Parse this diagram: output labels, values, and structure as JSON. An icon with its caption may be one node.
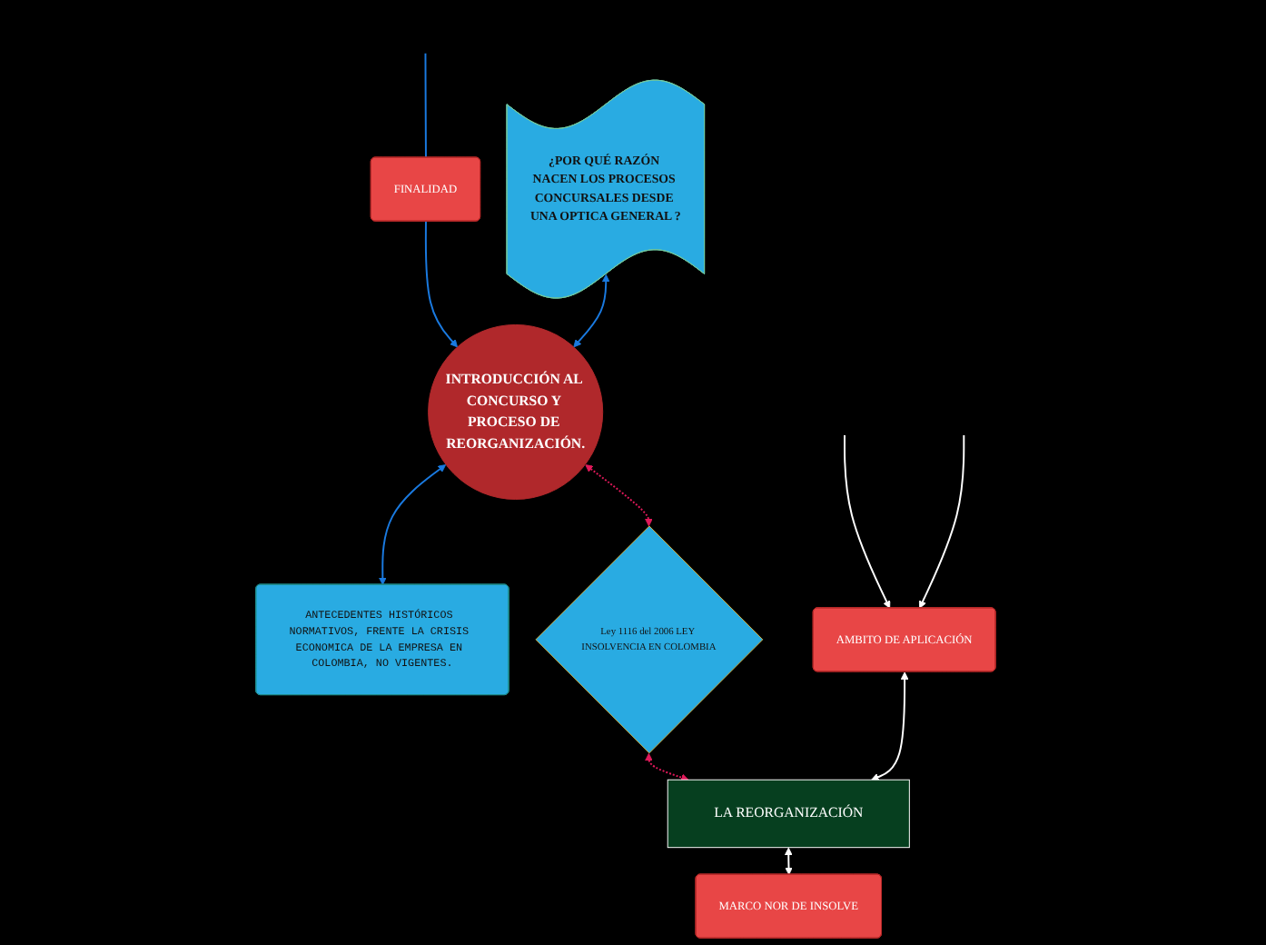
{
  "diagram": {
    "nodes": [
      {
        "text": [
          "FINALIDAD"
        ]
      },
      {
        "text": [
          "¿POR QUÉ RAZÓN NACEN LOS PROCESOS CONCURSALES DESDE UNA OPTICA GENERAL ?"
        ]
      },
      {
        "text": [
          "INTRODUCCIÓN AL CONCURSO Y PROCESO DE REORGANIZACIÓN."
        ]
      },
      {
        "text": [
          "ANTECEDENTES HISTÓRICOS NORMATIVOS, FRENTE LA CRISIS ECONOMICA DE LA EMPRESA EN COLOMBIA, NO VIGENTES."
        ]
      },
      {
        "text": [
          "Ley 1116 del 2006 LEY INSOLVENCIA EN COLOMBIA"
        ]
      },
      {
        "text": [
          "AMBITO DE APLICACIÓN"
        ]
      },
      {
        "text": [
          "LA REORGANIZACIÓN"
        ]
      },
      {
        "text": [
          "MARCO NOR DE INSOLVE"
        ]
      }
    ],
    "edges": [
      {
        "from": null,
        "to": 0,
        "arrow": "none",
        "color": "#1a7ae0"
      },
      {
        "from": 0,
        "to": 2,
        "arrow": "to",
        "color": "#1a7ae0"
      },
      {
        "from": 1,
        "to": 2,
        "arrow": "both",
        "color": "#1a7ae0"
      },
      {
        "from": 2,
        "to": 3,
        "arrow": "both",
        "color": "#1a7ae0"
      },
      {
        "from": 2,
        "to": 4,
        "arrow": "both",
        "style": "dashed",
        "color": "#e0195a"
      },
      {
        "from": 4,
        "to": 6,
        "arrow": "both",
        "style": "dashed",
        "color": "#e0195a"
      },
      {
        "from": 5,
        "to": 6,
        "arrow": "both",
        "color": "#ffffff"
      },
      {
        "from": 6,
        "to": 7,
        "arrow": "both",
        "color": "#ffffff"
      },
      {
        "from": null,
        "to": 5,
        "arrow": "to",
        "color": "#ffffff"
      },
      {
        "from": null,
        "to": 5,
        "arrow": "to",
        "color": "#ffffff"
      }
    ]
  }
}
